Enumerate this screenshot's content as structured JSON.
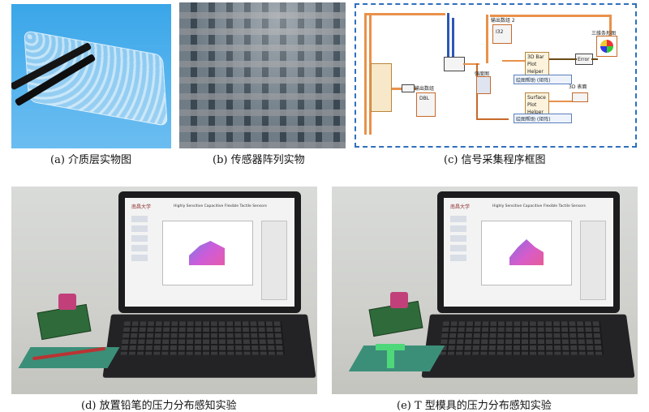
{
  "captions": {
    "a": "(a) 介质层实物图",
    "b": "(b) 传感器阵列实物",
    "c": "(c) 信号采集程序框图",
    "d": "(d) 放置铅笔的压力分布感知实验",
    "e": "(e) T 型模具的压力分布感知实验"
  },
  "diagram": {
    "output_array_2": "输出数组 2",
    "output_array": "输出数组",
    "intensity_map": "强度图",
    "bar_3d_top": "三维条形图",
    "surface_3d": "3D 表面",
    "plot_helper_matrix_1": "绘图帮助 (矩阵)",
    "plot_helper_matrix_2": "绘图帮助 (矩阵)",
    "node_3d_bar": "3D Bar",
    "node_plot": "Plot",
    "node_helper": "Helper",
    "node_surface": "Surface",
    "node_error": "Error",
    "node_dbl": "DBL",
    "node_132": "I32"
  },
  "screen_text": {
    "app_title": "Highly Sensitive Capacitive Flexible Tactile Sensors",
    "logo": "南昌大学"
  },
  "colors": {
    "frame_blue": "#2f6fbd",
    "wire_orange": "#e9914a",
    "wire_blue": "#2c56b8",
    "panel_a_bg": "#4ab0ec"
  }
}
